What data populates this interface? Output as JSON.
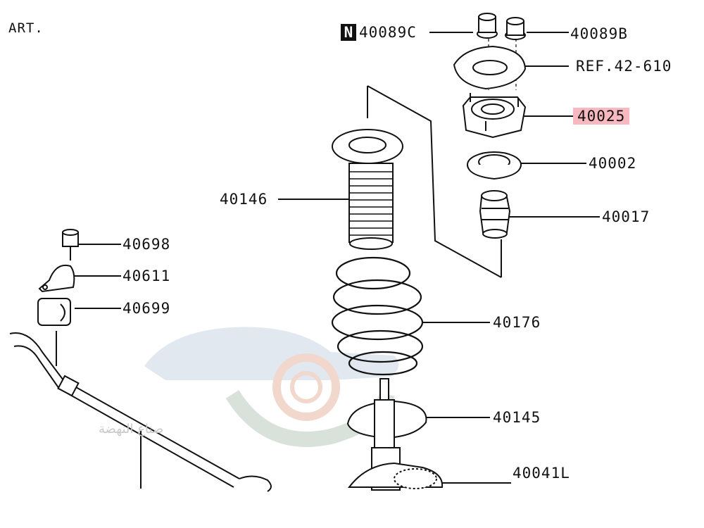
{
  "header": {
    "title": "ART."
  },
  "watermark": {
    "text": "صناع النهضة"
  },
  "parts": [
    {
      "id": "40089C",
      "flag": "N",
      "highlight": false
    },
    {
      "id": "40089B",
      "highlight": false
    },
    {
      "id": "REF.42-610",
      "highlight": false
    },
    {
      "id": "40025",
      "highlight": true
    },
    {
      "id": "40002",
      "highlight": false
    },
    {
      "id": "40017",
      "highlight": false
    },
    {
      "id": "40146",
      "highlight": false
    },
    {
      "id": "40176",
      "highlight": false
    },
    {
      "id": "40145",
      "highlight": false
    },
    {
      "id": "40041L",
      "highlight": false
    },
    {
      "id": "40698",
      "highlight": false
    },
    {
      "id": "40611",
      "highlight": false
    },
    {
      "id": "40699",
      "highlight": false
    }
  ],
  "colors": {
    "line": "#111111",
    "highlight": "#f7b8bf",
    "watermark": "#c9d6e2"
  }
}
